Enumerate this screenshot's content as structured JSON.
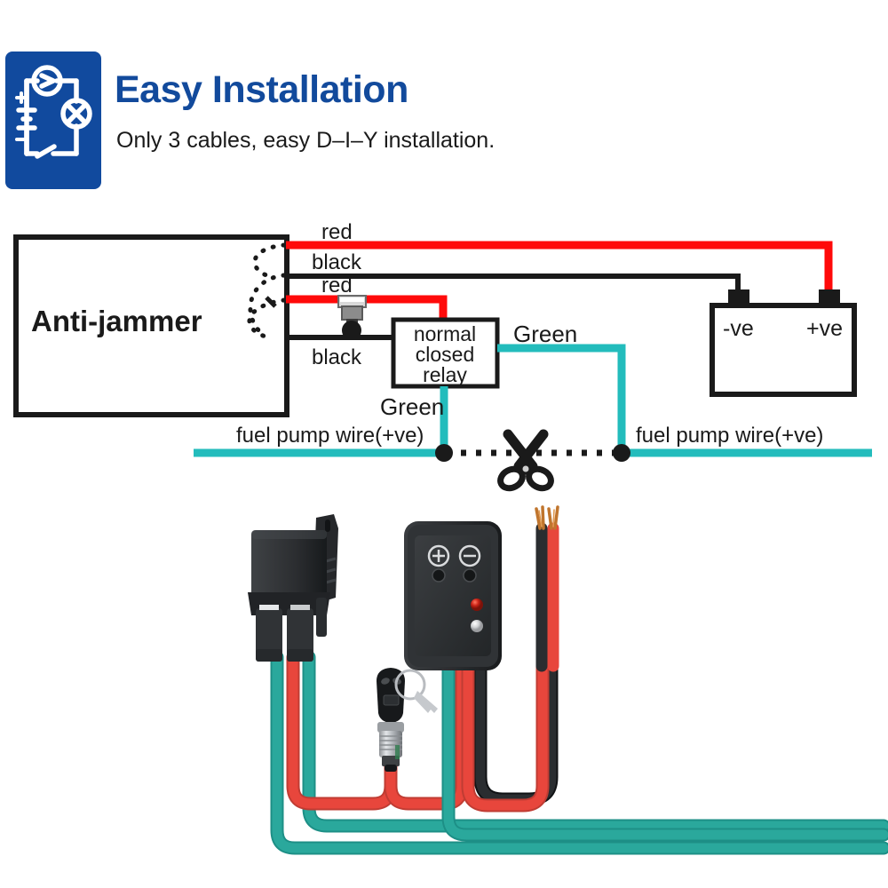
{
  "header": {
    "icon_name": "circuit-diagram-icon",
    "title": "Easy Installation",
    "subtitle": "Only 3 cables, easy D–I–Y installation.",
    "tile_color": "#114a9e",
    "title_color": "#124a9c"
  },
  "colors": {
    "red_wire": "#ff0a0a",
    "black_wire": "#1a1a1a",
    "green_wire": "#23bcbc",
    "outline": "#1a1a1a",
    "fuse_grey": "#8c8c8c",
    "product_black": "#2e3032",
    "product_red": "#e8463c",
    "product_teal": "#2aa89c",
    "copper": "#c0752d"
  },
  "diagram": {
    "anti_jammer_label": "Anti-jammer",
    "relay_label_line1": "normal",
    "relay_label_line2": "closed",
    "relay_label_line3": "relay",
    "battery_negative_label": "-ve",
    "battery_positive_label": "+ve",
    "wire_labels": {
      "red_top": "red",
      "black_top": "black",
      "red_mid": "red",
      "black_mid": "black",
      "green_right": "Green",
      "green_left": "Green",
      "fuel_pump_left": "fuel pump wire(+ve)",
      "fuel_pump_right": "fuel pump wire(+ve)"
    },
    "scissors_icon_name": "scissors-cut-icon"
  },
  "product": {
    "relay_module_name": "relay-module",
    "control_box_name": "anti-jammer-control-box",
    "control_box_plus_label": "+",
    "control_box_minus_label": "−",
    "key_switch_name": "key-switch-with-keys",
    "led_red_color": "#cc2418",
    "led_white_color": "#d8d8d8",
    "loose_cable_name": "red-black-twin-cable"
  }
}
